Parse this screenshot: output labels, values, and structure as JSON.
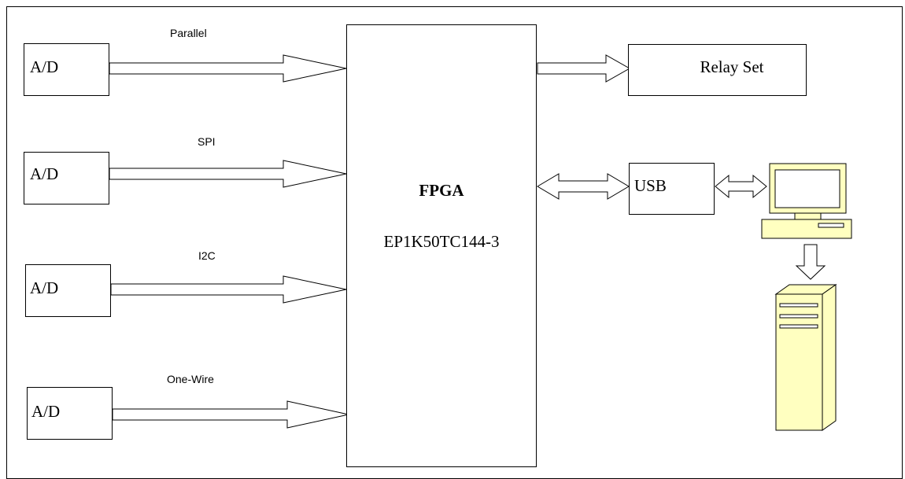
{
  "adc_blocks": [
    {
      "label": "A/D",
      "bus_label": "Parallel"
    },
    {
      "label": "A/D",
      "bus_label": "SPI"
    },
    {
      "label": "A/D",
      "bus_label": "I2C"
    },
    {
      "label": "A/D",
      "bus_label": "One-Wire"
    }
  ],
  "fpga": {
    "title": "FPGA",
    "part_number": "EP1K50TC144-3"
  },
  "relay": {
    "label": "Relay Set"
  },
  "usb": {
    "label": "USB"
  },
  "colors": {
    "line": "#000000",
    "computer_fill": "#ffffc0",
    "monitor_screen": "#ffffff"
  },
  "icons": {
    "computer": "desktop-computer-icon",
    "server": "server-tower-icon"
  }
}
